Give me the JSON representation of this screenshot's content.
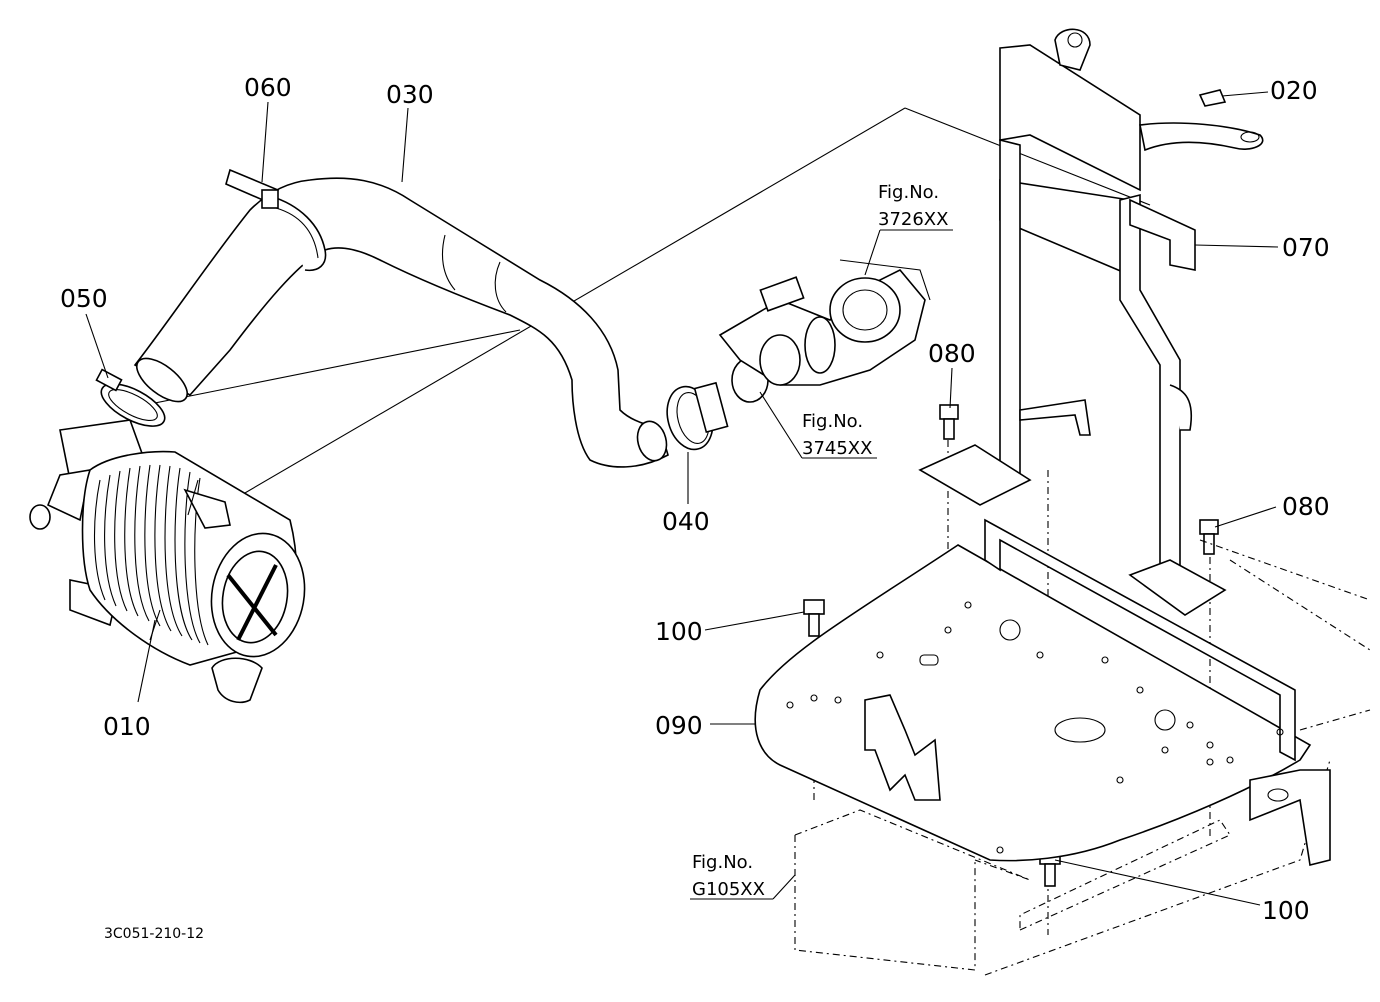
{
  "diagram_code": "3C051-210-12",
  "callouts": {
    "p010": "010",
    "p020": "020",
    "p030": "030",
    "p040": "040",
    "p050": "050",
    "p060": "060",
    "p070": "070",
    "p080a": "080",
    "p080b": "080",
    "p090": "090",
    "p100a": "100",
    "p100b": "100"
  },
  "figure_refs": {
    "turbo": {
      "prefix": "Fig.No.",
      "number": "3726XX"
    },
    "intake": {
      "prefix": "Fig.No.",
      "number": "3745XX"
    },
    "frame": {
      "prefix": "Fig.No.",
      "number": "G105XX"
    }
  }
}
